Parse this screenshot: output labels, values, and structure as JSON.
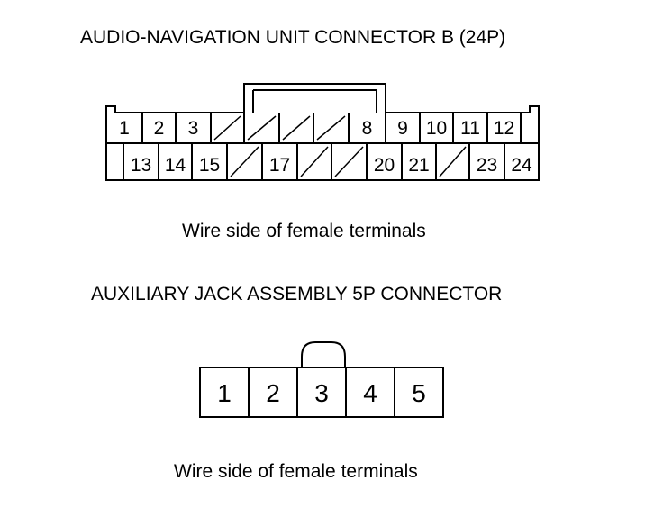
{
  "connector_b": {
    "title": "AUDIO-NAVIGATION UNIT CONNECTOR B (24P)",
    "note": "Wire side of female terminals",
    "top_row": [
      {
        "label": "1"
      },
      {
        "label": "2"
      },
      {
        "label": "3"
      },
      {
        "label": ""
      },
      {
        "label": ""
      },
      {
        "label": ""
      },
      {
        "label": ""
      },
      {
        "label": "8"
      },
      {
        "label": "9"
      },
      {
        "label": "10"
      },
      {
        "label": "11"
      },
      {
        "label": "12"
      }
    ],
    "bottom_row": [
      {
        "label": "13"
      },
      {
        "label": "14"
      },
      {
        "label": "15"
      },
      {
        "label": ""
      },
      {
        "label": "17"
      },
      {
        "label": ""
      },
      {
        "label": ""
      },
      {
        "label": "20"
      },
      {
        "label": "21"
      },
      {
        "label": ""
      },
      {
        "label": "23"
      },
      {
        "label": "24"
      }
    ]
  },
  "connector_aux": {
    "title": "AUXILIARY JACK ASSEMBLY 5P CONNECTOR",
    "note": "Wire side of female terminals",
    "pins": [
      "1",
      "2",
      "3",
      "4",
      "5"
    ]
  }
}
